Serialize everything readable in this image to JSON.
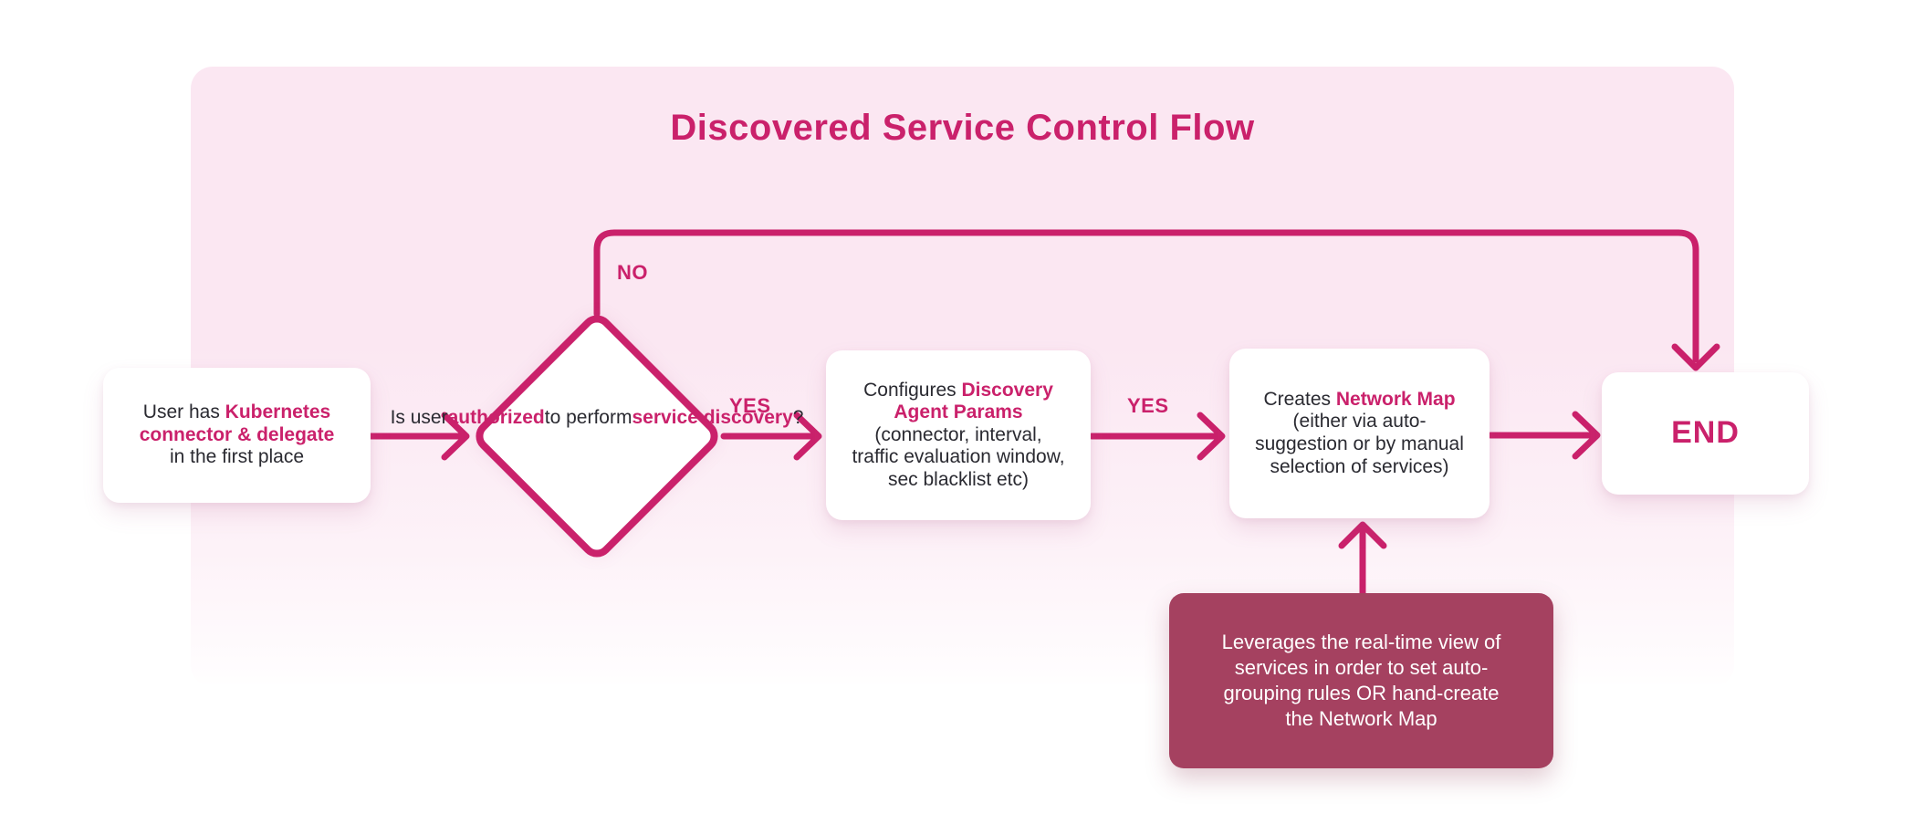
{
  "title": "Discovered Service Control Flow",
  "colors": {
    "accent": "#CA216B",
    "panel_background": "#FBE7F2",
    "note_background": "#A54160",
    "card_background": "#FFFFFF",
    "body_text": "#2A2A31",
    "note_text": "#FFFFFF"
  },
  "labels": {
    "yes1": "YES",
    "yes2": "YES",
    "no": "NO"
  },
  "nodes": {
    "start": {
      "segments": [
        {
          "t": "User has "
        },
        {
          "t": "Kubernetes",
          "a": true
        },
        {
          "br": true
        },
        {
          "t": "connector & delegate",
          "a": true
        },
        {
          "br": true
        },
        {
          "t": "in the first place"
        }
      ]
    },
    "decision": {
      "segments": [
        {
          "t": "Is user"
        },
        {
          "br": true
        },
        {
          "t": "authorized",
          "a": true
        },
        {
          "br": true
        },
        {
          "t": "to perform"
        },
        {
          "br": true
        },
        {
          "t": "service discovery",
          "a": true
        },
        {
          "t": "?"
        }
      ]
    },
    "configure": {
      "segments": [
        {
          "t": "Configures "
        },
        {
          "t": "Discovery",
          "a": true
        },
        {
          "br": true
        },
        {
          "t": "Agent Params",
          "a": true
        },
        {
          "br": true
        },
        {
          "t": "(connector, interval,"
        },
        {
          "br": true
        },
        {
          "t": "traffic evaluation window,"
        },
        {
          "br": true
        },
        {
          "t": "sec blacklist etc)"
        }
      ]
    },
    "create": {
      "segments": [
        {
          "t": "Creates "
        },
        {
          "t": "Network Map",
          "a": true
        },
        {
          "br": true
        },
        {
          "t": "(either via auto-"
        },
        {
          "br": true
        },
        {
          "t": "suggestion or by manual"
        },
        {
          "br": true
        },
        {
          "t": "selection of services)"
        }
      ]
    },
    "end": {
      "label": "END"
    },
    "note": {
      "segments": [
        {
          "t": "Leverages the real-time view of"
        },
        {
          "br": true
        },
        {
          "t": "services in order to set auto-"
        },
        {
          "br": true
        },
        {
          "t": "grouping rules OR hand-create"
        },
        {
          "br": true
        },
        {
          "t": "the Network Map"
        }
      ]
    }
  }
}
